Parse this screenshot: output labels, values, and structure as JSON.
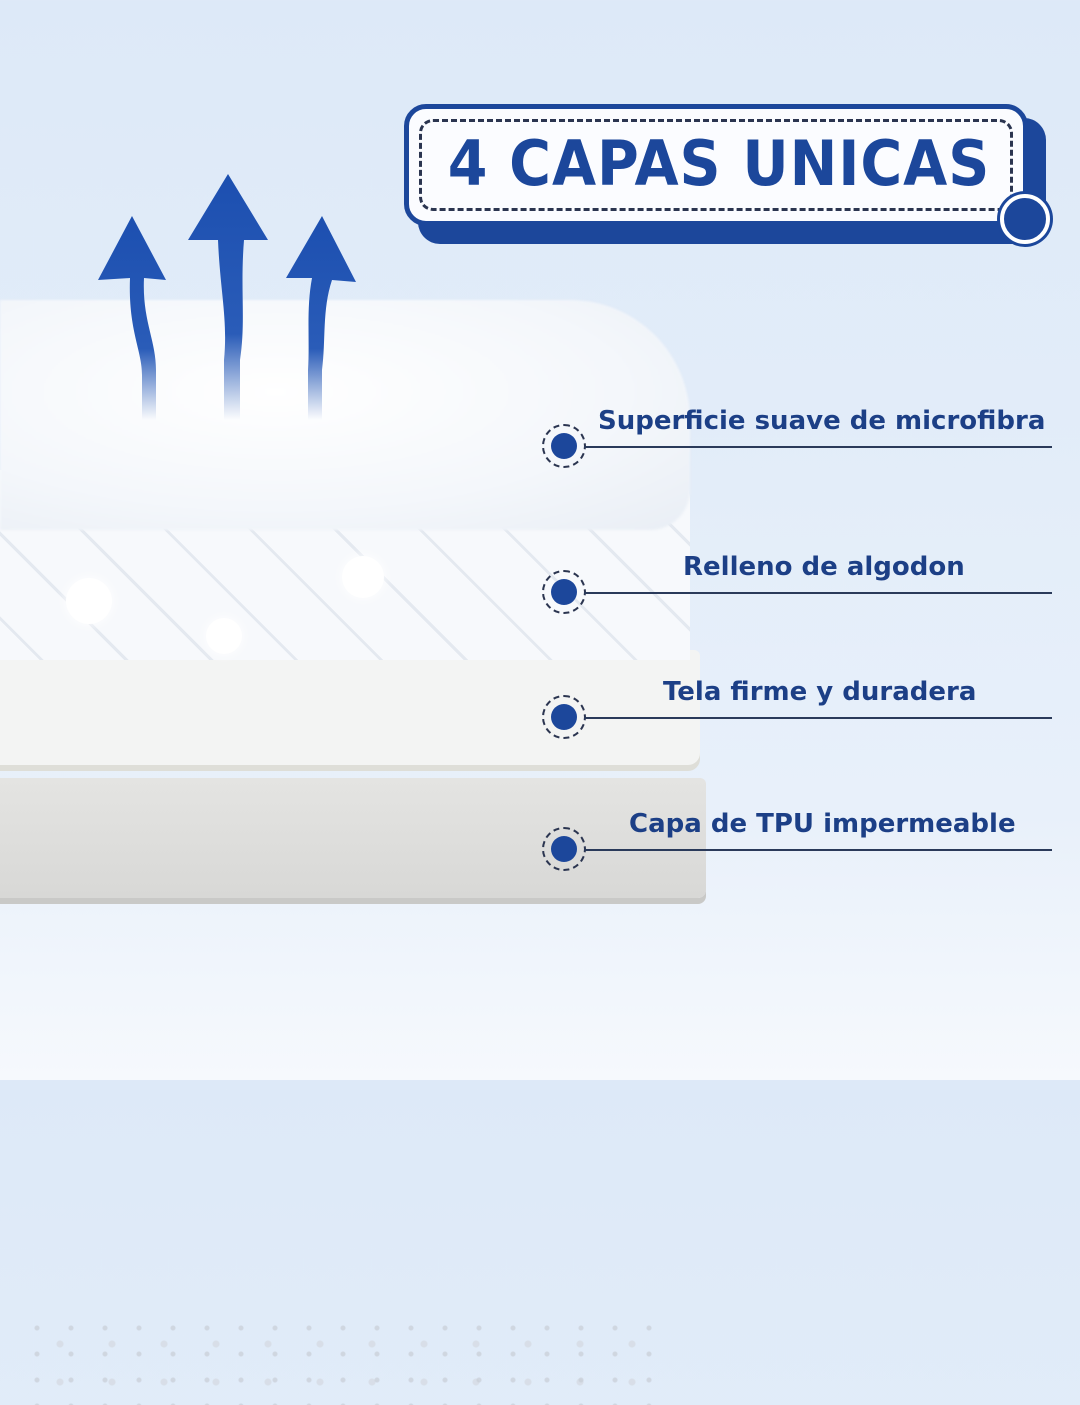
{
  "title": {
    "text": "4 CAPAS UNICAS"
  },
  "colors": {
    "brand_blue": "#1c479b",
    "text_blue": "#1c3f86",
    "background": "#e3edf9"
  },
  "icons": {
    "arrows": "breathability-up-arrows",
    "marker": "dashed-circle-dot"
  },
  "layers": [
    {
      "label": "Superficie suave de microfibra"
    },
    {
      "label": "Relleno de algodon"
    },
    {
      "label": "Tela firme y duradera"
    },
    {
      "label": "Capa de TPU impermeable"
    }
  ]
}
